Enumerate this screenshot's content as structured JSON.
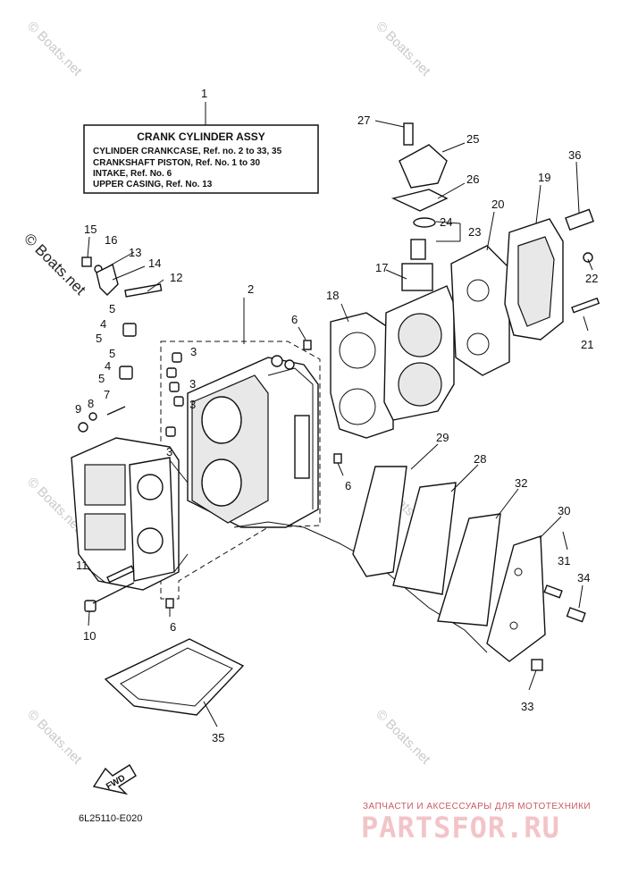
{
  "assembly_box": {
    "title": "CRANK CYLINDER ASSY",
    "lines": [
      "CYLINDER CRANKCASE,  Ref. no. 2 to 33, 35",
      "CRANKSHAFT PISTON,  Ref. No. 1 to 30",
      "INTAKE,  Ref. No. 6",
      "UPPER CASING,  Ref. No. 13"
    ]
  },
  "callouts": {
    "c1": "1",
    "c2": "2",
    "c3a": "3",
    "c3b": "3",
    "c3c": "3",
    "c3d": "3",
    "c4a": "4",
    "c4b": "4",
    "c5a": "5",
    "c5b": "5",
    "c5c": "5",
    "c5d": "5",
    "c6a": "6",
    "c6b": "6",
    "c6c": "6",
    "c7": "7",
    "c8": "8",
    "c9": "9",
    "c10": "10",
    "c11": "11",
    "c12": "12",
    "c13": "13",
    "c14": "14",
    "c15": "15",
    "c16": "16",
    "c17": "17",
    "c18": "18",
    "c19": "19",
    "c20": "20",
    "c21": "21",
    "c22": "22",
    "c23": "23",
    "c24": "24",
    "c25": "25",
    "c26": "26",
    "c27": "27",
    "c28": "28",
    "c29": "29",
    "c30": "30",
    "c31": "31",
    "c32": "32",
    "c33": "33",
    "c34": "34",
    "c35": "35",
    "c36": "36"
  },
  "fwd_label": "FWD",
  "diagram_ref": "6L25110-E020",
  "watermark": "© Boats.net",
  "brand": {
    "tagline": "ЗАПЧАСТИ И АКСЕССУАРЫ ДЛЯ МОТОТЕХНИКИ",
    "name": "PARTSFOR.RU"
  }
}
